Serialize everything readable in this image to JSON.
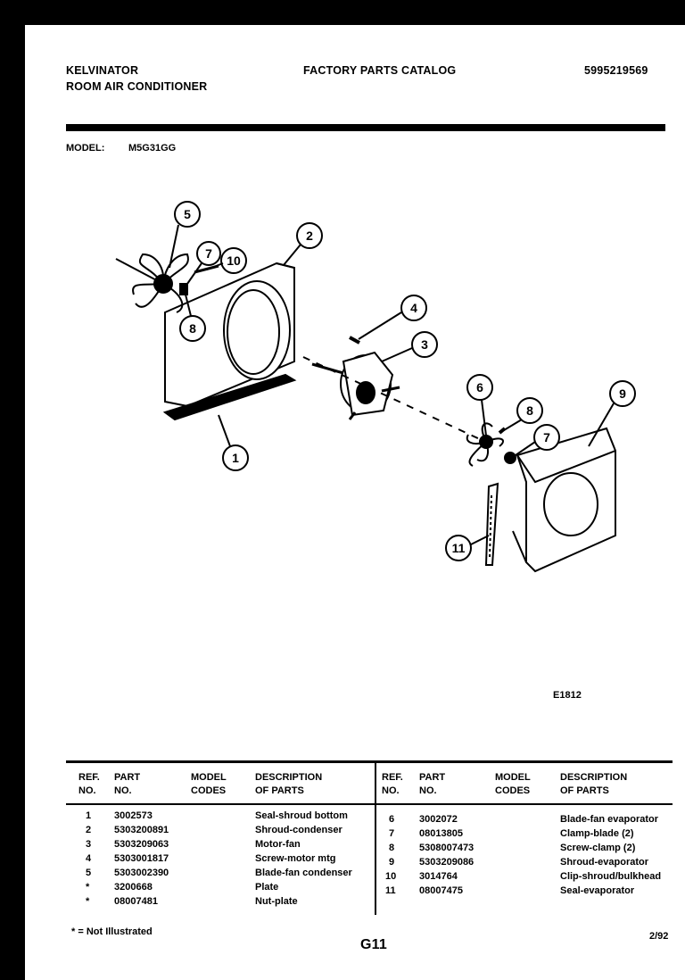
{
  "header": {
    "brand": "KELVINATOR",
    "product": "ROOM AIR CONDITIONER",
    "catalog_title": "FACTORY PARTS CATALOG",
    "catalog_number": "5995219569",
    "model_label": "MODEL:",
    "model_value": "M5G31GG"
  },
  "diagram": {
    "figure_code": "E1812",
    "callouts": [
      "1",
      "2",
      "3",
      "4",
      "5",
      "6",
      "7",
      "8",
      "9",
      "10",
      "11"
    ]
  },
  "table": {
    "headers_left": {
      "ref": "REF.",
      "ref2": "NO.",
      "part": "PART",
      "part2": "NO.",
      "model": "MODEL",
      "model2": "CODES",
      "desc": "DESCRIPTION",
      "desc2": "OF PARTS"
    },
    "headers_right": {
      "ref": "REF.",
      "ref2": "NO.",
      "part": "PART",
      "part2": "NO.",
      "model": "MODEL",
      "model2": "CODES",
      "desc": "DESCRIPTION",
      "desc2": "OF PARTS"
    },
    "left_rows": [
      {
        "ref": "1",
        "part": "3002573",
        "desc": "Seal-shroud bottom"
      },
      {
        "ref": "2",
        "part": "5303200891",
        "desc": "Shroud-condenser"
      },
      {
        "ref": "3",
        "part": "5303209063",
        "desc": "Motor-fan"
      },
      {
        "ref": "4",
        "part": "5303001817",
        "desc": "Screw-motor mtg"
      },
      {
        "ref": "5",
        "part": "5303002390",
        "desc": "Blade-fan condenser"
      },
      {
        "ref": "*",
        "part": "3200668",
        "desc": "Plate"
      },
      {
        "ref": "*",
        "part": "08007481",
        "desc": "Nut-plate"
      }
    ],
    "right_rows": [
      {
        "ref": "6",
        "part": "3002072",
        "desc": "Blade-fan evaporator"
      },
      {
        "ref": "7",
        "part": "08013805",
        "desc": "Clamp-blade (2)"
      },
      {
        "ref": "8",
        "part": "5308007473",
        "desc": "Screw-clamp (2)"
      },
      {
        "ref": "9",
        "part": "5303209086",
        "desc": "Shroud-evaporator"
      },
      {
        "ref": "10",
        "part": "3014764",
        "desc": "Clip-shroud/bulkhead"
      },
      {
        "ref": "11",
        "part": "08007475",
        "desc": "Seal-evaporator"
      }
    ]
  },
  "footer": {
    "note": "* = Not Illustrated",
    "page": "G11",
    "date": "2/92"
  }
}
